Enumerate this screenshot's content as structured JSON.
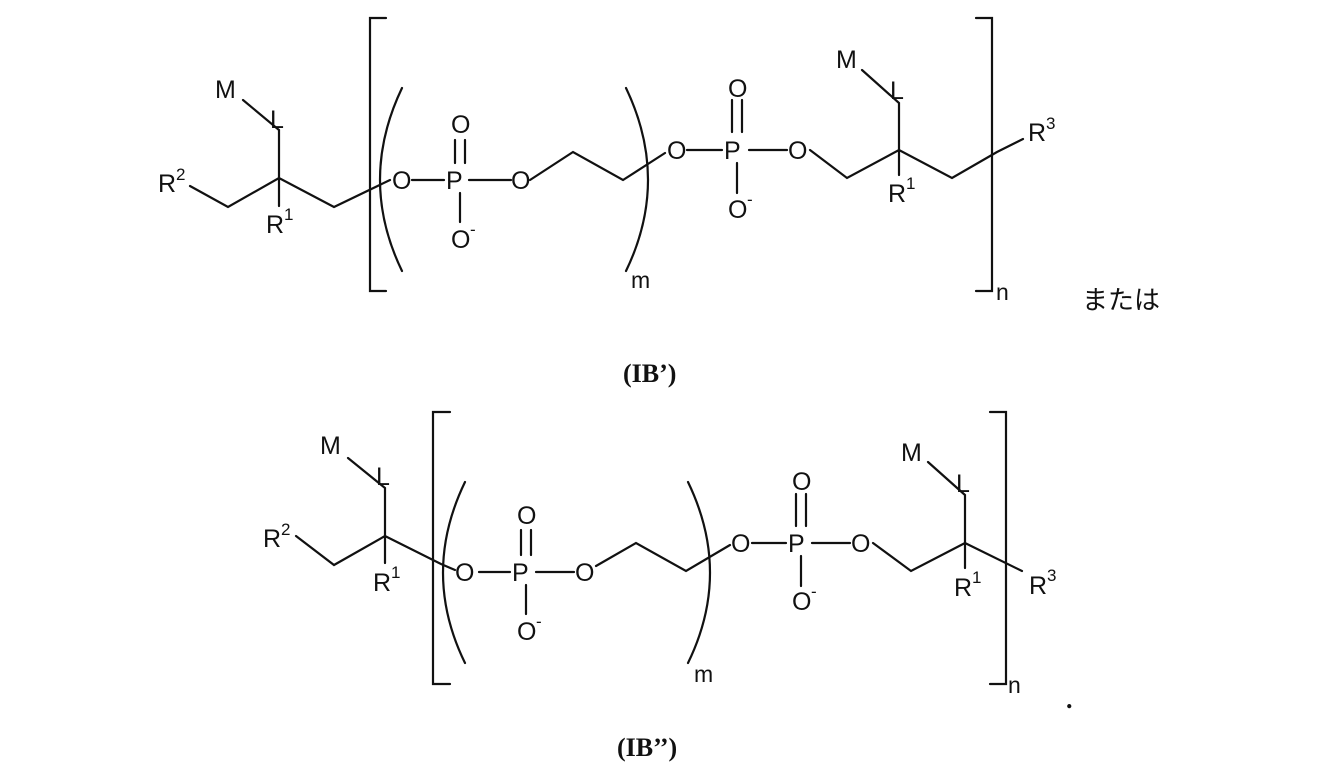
{
  "atoms": {
    "m": "M",
    "l": "L",
    "o": "O",
    "p": "P",
    "r": "R"
  },
  "superscripts": {
    "one": "1",
    "two": "2",
    "three": "3",
    "minus": "-"
  },
  "subscripts": {
    "m": "m",
    "n": "n"
  },
  "connector": "または",
  "label_ib1": "(IB’)",
  "label_ib2": "(IB’’)",
  "trailing_period": "."
}
